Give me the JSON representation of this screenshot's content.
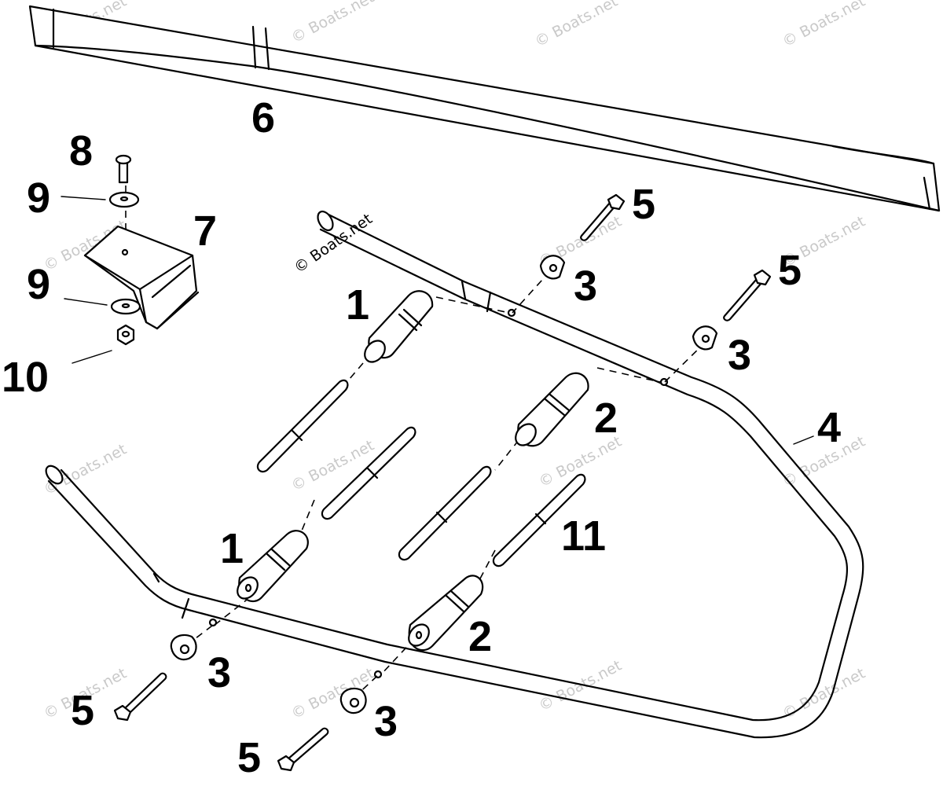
{
  "diagram": {
    "callouts": {
      "c1a": "1",
      "c1b": "1",
      "c2a": "2",
      "c2b": "2",
      "c3a": "3",
      "c3b": "3",
      "c3c": "3",
      "c3d": "3",
      "c4": "4",
      "c5a": "5",
      "c5b": "5",
      "c5c": "5",
      "c5d": "5",
      "c6": "6",
      "c7": "7",
      "c8": "8",
      "c9a": "9",
      "c9b": "9",
      "c10": "10",
      "c11": "11"
    },
    "copyright": "© Boats.net",
    "watermark": "© Boats.net"
  }
}
